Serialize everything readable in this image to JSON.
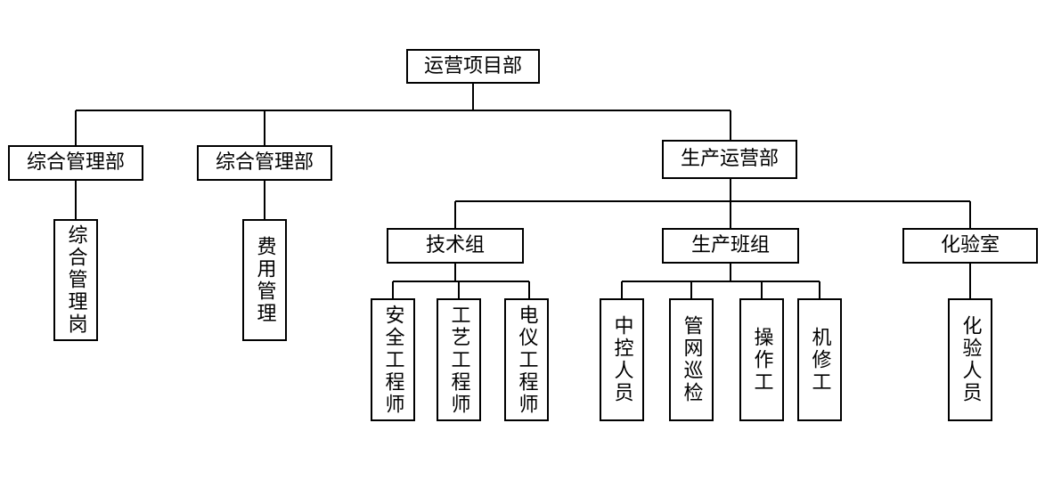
{
  "org_chart": {
    "root": "运营项目部",
    "dept_general_1": "综合管理部",
    "dept_general_1_post": "综合管理岗",
    "dept_general_2": "综合管理部",
    "dept_general_2_post": "费用管理",
    "dept_production": "生产运营部",
    "tech_group": "技术组",
    "tech_group_roles": [
      "安全工程师",
      "工艺工程师",
      "电仪工程师"
    ],
    "production_team": "生产班组",
    "production_team_roles": [
      "中控人员",
      "管网巡检",
      "操作工",
      "机修工"
    ],
    "lab": "化验室",
    "lab_role": "化验人员"
  }
}
